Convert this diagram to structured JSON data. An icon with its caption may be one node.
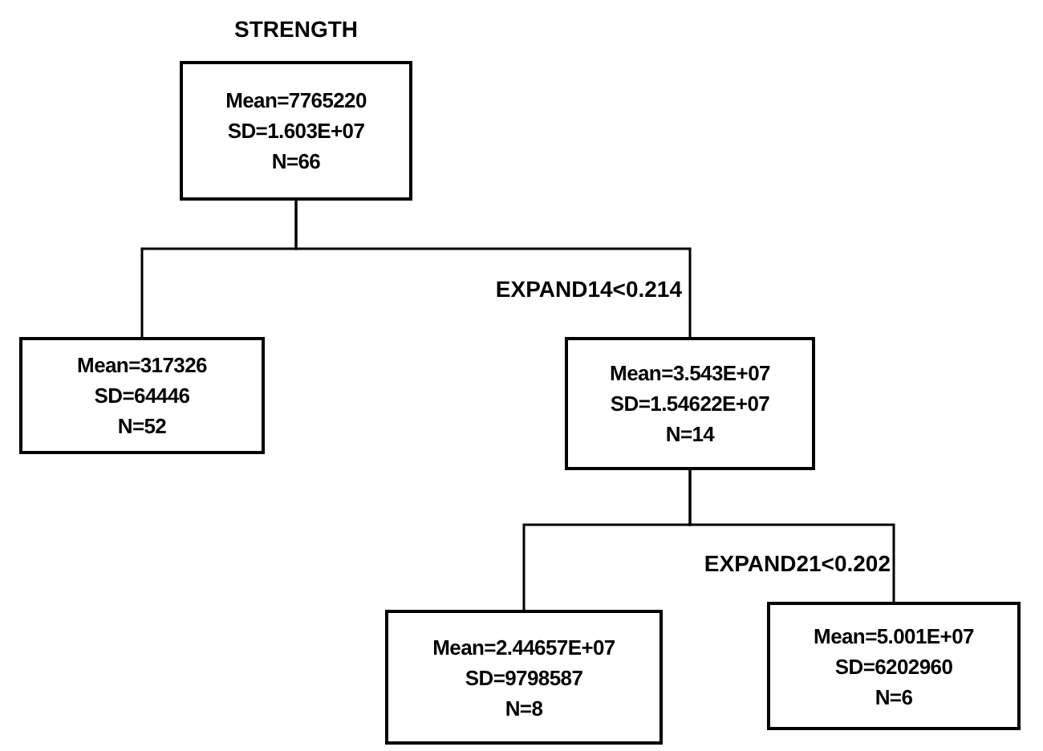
{
  "diagram": {
    "nodes": [
      {
        "text": [
          "STRENGTH",
          "Mean=7765220",
          "SD=1.603E+07",
          "N=66"
        ]
      },
      {
        "text": [
          "Mean=317326",
          "SD=64446",
          "N=52"
        ]
      },
      {
        "text": [
          "Mean=3.543E+07",
          "SD=1.54622E+07",
          "N=14"
        ]
      },
      {
        "text": [
          "Mean=2.44657E+07",
          "SD=9798587",
          "N=8"
        ]
      },
      {
        "text": [
          "Mean=5.001E+07",
          "SD=6202960",
          "N=6"
        ]
      }
    ],
    "edges": [
      {
        "from": 0,
        "to": 1,
        "arrow": "none"
      },
      {
        "from": 0,
        "to": 2,
        "arrow": "none",
        "label": "EXPAND14<0.214"
      },
      {
        "from": 2,
        "to": 3,
        "arrow": "none"
      },
      {
        "from": 2,
        "to": 4,
        "arrow": "none",
        "label": "EXPAND21<0.202"
      }
    ]
  }
}
